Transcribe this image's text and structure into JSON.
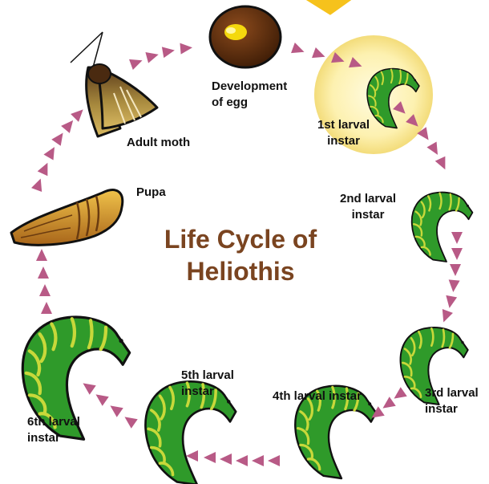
{
  "title_line1": "Life Cycle of",
  "title_line2": "Heliothis",
  "stages": {
    "egg": {
      "line1": "Development",
      "line2": "of egg"
    },
    "instar1": {
      "line1": "1st larval",
      "line2": "instar"
    },
    "instar2": {
      "line1": "2nd larval",
      "line2": "instar"
    },
    "instar3": {
      "line1": "3rd larval",
      "line2": "instar"
    },
    "instar4": {
      "line1": "4th larval instar"
    },
    "instar5": {
      "line1": "5th larval",
      "line2": "instar"
    },
    "instar6": {
      "line1": "6th larval",
      "line2": "instar"
    },
    "pupa": {
      "line1": "Pupa"
    },
    "moth": {
      "line1": "Adult moth"
    }
  },
  "colors": {
    "title": "#7a4420",
    "arrow": "#b85a86",
    "caterpillar_body": "#2f9a2a",
    "caterpillar_stripe": "#c8d83a",
    "egg": "#6b3510",
    "glow": "#fdf3b0",
    "pupa": "#c9861f",
    "moth_wing": "#9a7a3a"
  },
  "icons": [
    "egg-icon",
    "caterpillar-icon",
    "pupa-icon",
    "moth-icon",
    "arrow-icon",
    "sun-ray-icon"
  ]
}
